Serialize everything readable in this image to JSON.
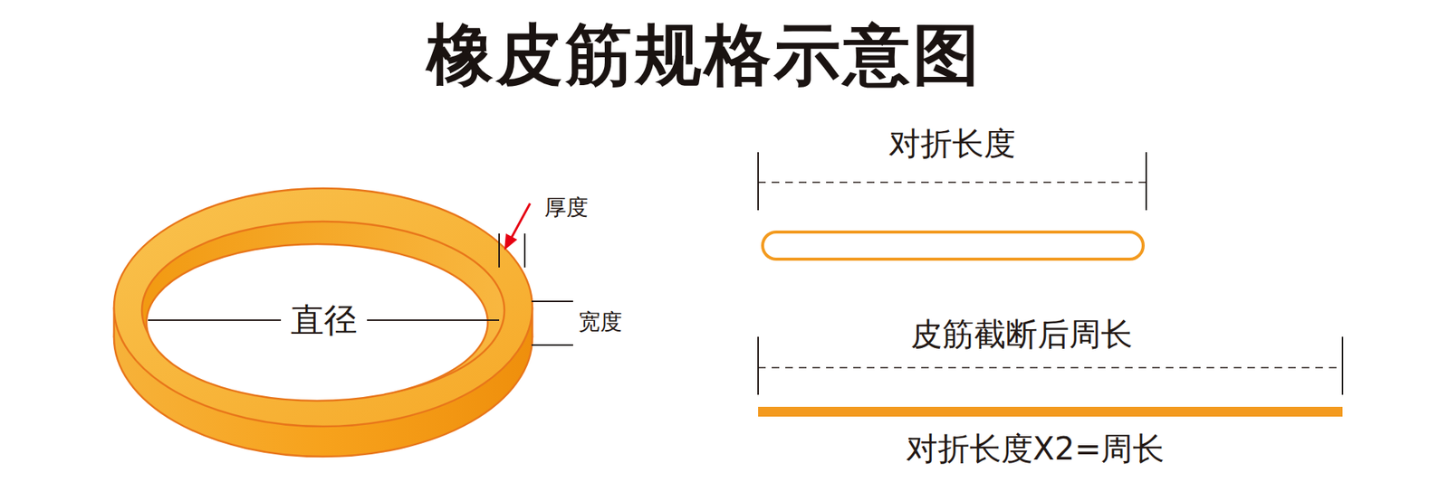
{
  "diagram": {
    "title": "橡皮筋规格示意图",
    "labels": [
      "厚度",
      "直径",
      "宽度",
      "对折长度",
      "皮筋截断后周长",
      "对折长度X2=周长"
    ]
  }
}
